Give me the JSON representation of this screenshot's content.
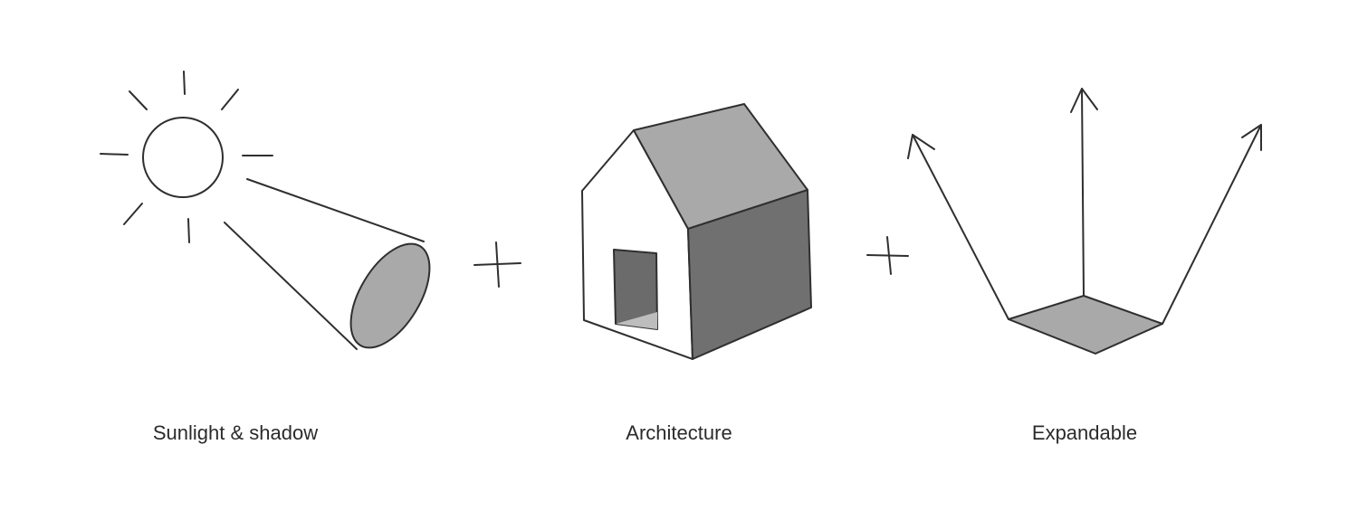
{
  "labels": {
    "sunlight": "Sunlight & shadow",
    "architecture": "Architecture",
    "expandable": "Expandable"
  },
  "icons": {
    "first": "sun-with-light-cone-icon",
    "second": "house-icon",
    "third": "expanding-arrows-icon",
    "connector": "plus-icon"
  },
  "colors": {
    "line": "#2f2f2f",
    "light_fill": "#a9a9a9",
    "dark_fill": "#707070",
    "text": "#2b2b2b"
  }
}
